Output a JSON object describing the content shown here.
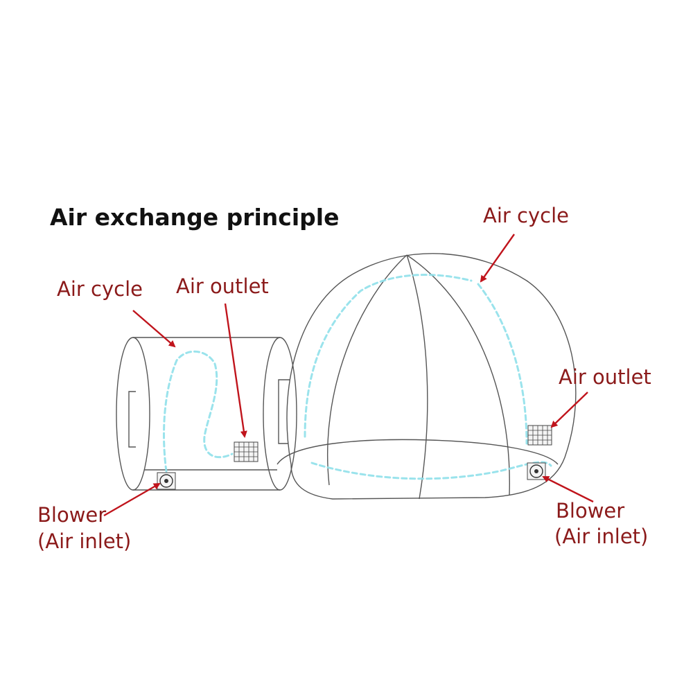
{
  "title": "Air exchange principle",
  "labels": {
    "tunnel_air_cycle": "Air cycle",
    "tunnel_air_outlet": "Air outlet",
    "tunnel_blower_line1": "Blower",
    "tunnel_blower_line2": "(Air inlet)",
    "dome_air_cycle": "Air cycle",
    "dome_air_outlet": "Air outlet",
    "dome_blower_line1": "Blower",
    "dome_blower_line2": "(Air inlet)"
  },
  "colors": {
    "label_text": "#8b1a1a",
    "title_text": "#111111",
    "pointer_arrow": "#c0141c",
    "air_flow": "#8fe0ea",
    "outline": "#555555"
  },
  "icons": {
    "outlet": "mesh-vent-icon",
    "blower": "fan-icon"
  }
}
